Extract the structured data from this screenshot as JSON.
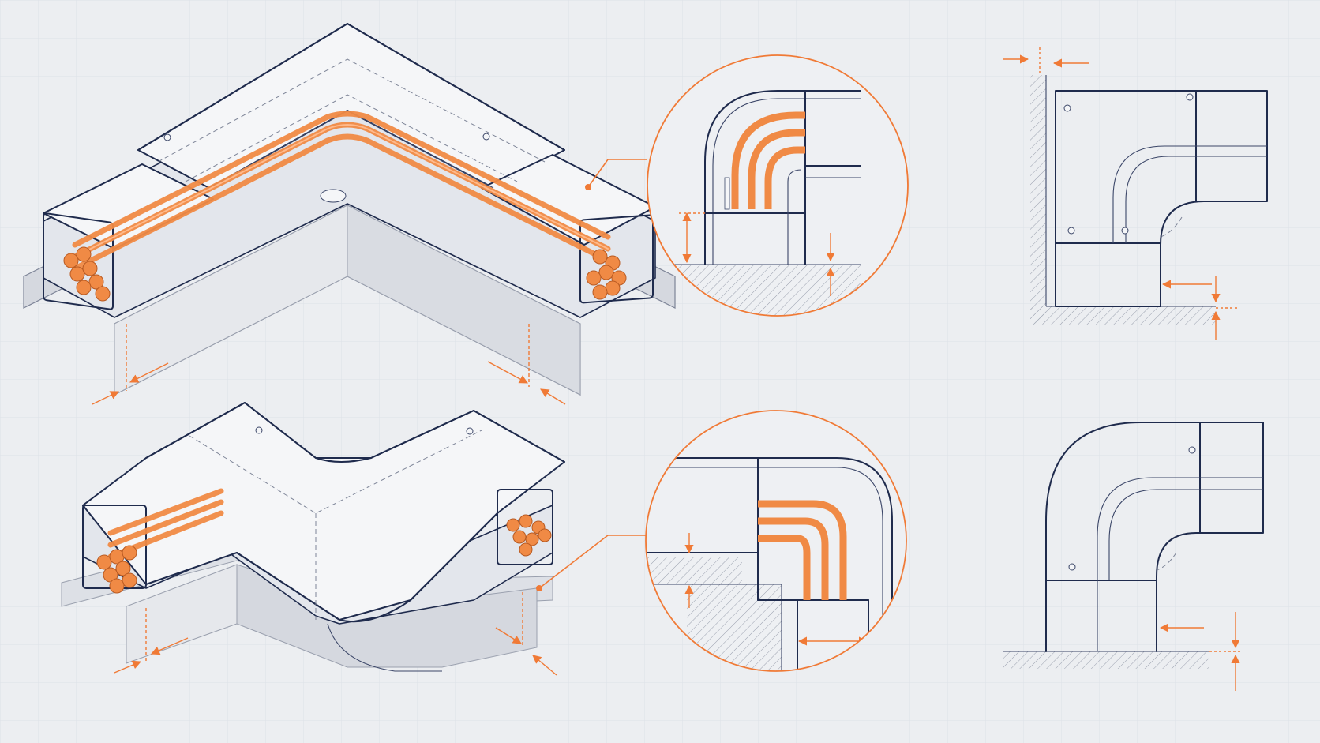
{
  "drawing": {
    "colors": {
      "background": "#eceef1",
      "grid": "#dde1e7",
      "line": "#1f2b4d",
      "accent": "#f07a36",
      "cable": "#f08a45",
      "wall": "#d5d8df"
    },
    "views": [
      {
        "name": "isometric-outer-corner",
        "icon": "trunking-elbow"
      },
      {
        "name": "isometric-inner-corner",
        "icon": "trunking-elbow"
      },
      {
        "name": "detail-circle-outer",
        "icon": "magnifier-detail"
      },
      {
        "name": "detail-circle-inner",
        "icon": "magnifier-detail"
      },
      {
        "name": "elevation-outer",
        "icon": "section-view"
      },
      {
        "name": "elevation-inner",
        "icon": "section-view"
      }
    ]
  }
}
